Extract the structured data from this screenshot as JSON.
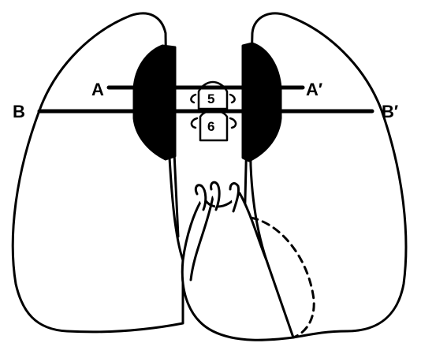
{
  "labels": {
    "a": "A",
    "a_prime": "A′",
    "b": "B",
    "b_prime": "B′",
    "vertebra_upper": "5",
    "vertebra_lower": "6"
  },
  "colors": {
    "ink": "#000000",
    "background": "#ffffff"
  }
}
